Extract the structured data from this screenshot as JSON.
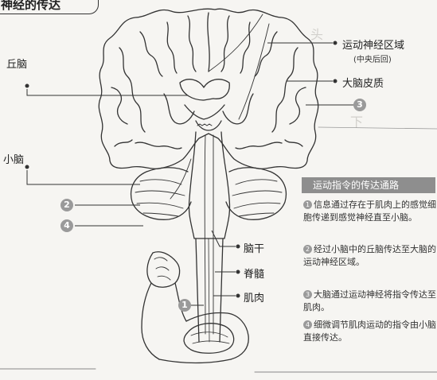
{
  "title": "神经的传达",
  "labels": {
    "motor_area": "运动神经区域",
    "motor_area_sub": "(中央后回)",
    "cortex": "大脑皮质",
    "hill": "丘脑",
    "cerebellum": "小脑",
    "brainstem": "脑干",
    "spinal_cord": "脊髓",
    "muscle": "肌肉"
  },
  "markers": {
    "m1": "1",
    "m2": "2",
    "m3": "3",
    "m4": "4"
  },
  "panel": {
    "heading": "运动指令的传达通路",
    "steps": [
      {
        "num": "1",
        "text": "信息通过存在于肌肉上的感觉细胞传递到感觉神经直至小脑。"
      },
      {
        "num": "2",
        "text": "经过小脑中的丘脑传达至大脑的运动神经区域。"
      },
      {
        "num": "3",
        "text": "大脑通过运动神经将指令传达至肌肉。"
      },
      {
        "num": "4",
        "text": "细微调节肌肉运动的指令由小脑直接传达。"
      }
    ]
  },
  "colors": {
    "line": "#333333",
    "marker": "#9a9a9a",
    "panel_header": "#8e8e8e",
    "background": "#f6f5f2"
  }
}
